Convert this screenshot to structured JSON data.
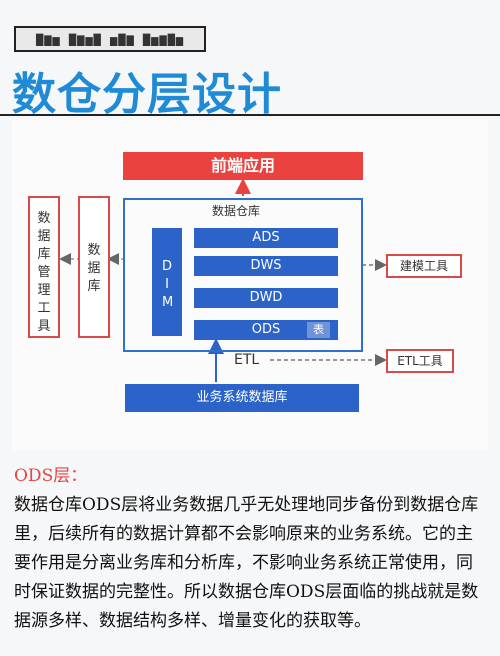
{
  "header": {
    "stamp": "▇▆▅ ▇▆▅▇ ▅▇▆ ▇▅▆▇▅",
    "title": "数仓分层设计"
  },
  "diagram": {
    "frontend_app": "前端应用",
    "warehouse_label": "数据仓库",
    "warehouse_mgmt_tool": "数据库管理工具",
    "database": "数据库",
    "dim": "DIM",
    "layers": {
      "ads": "ADS",
      "dws": "DWS",
      "dwd": "DWD",
      "ods": "ODS",
      "ods_table": "表"
    },
    "etl_label": "ETL",
    "modeling_tool": "建模工具",
    "etl_tool": "ETL工具",
    "business_db": "业务系统数据库"
  },
  "content": {
    "ods_heading": "ODS层：",
    "ods_paragraph": "数据仓库ODS层将业务数据几乎无处理地同步备份到数据仓库里，后续所有的数据计算都不会影响原来的业务系统。它的主要作用是分离业务库和分析库，不影响业务系统正常使用，同时保证数据的完整性。所以数据仓库ODS层面临的挑战就是数据源多样、数据结构多样、增量变化的获取等。"
  },
  "colors": {
    "title_blue": "#1f8ad6",
    "red": "#e9423f",
    "layer_blue": "#2b63c8",
    "frame_blue": "#2f6fcf"
  }
}
